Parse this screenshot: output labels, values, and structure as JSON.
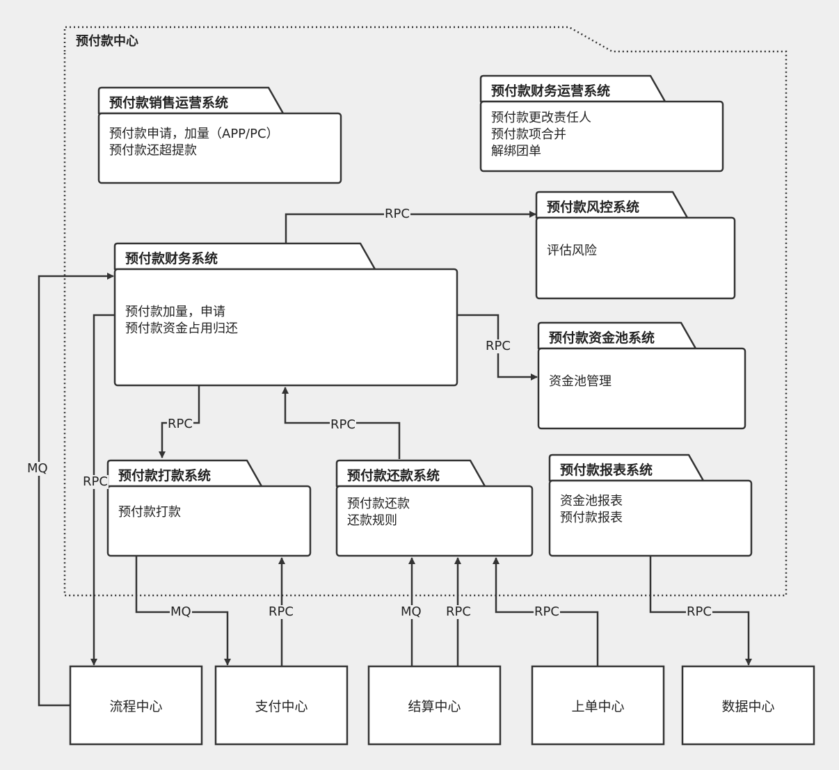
{
  "frame": {
    "title": "预付款中心"
  },
  "packages": [
    {
      "id": "sales",
      "title": "预付款销售运营系统",
      "lines": [
        "预付款申请，加量（APP/PC）",
        "预付款还超提款"
      ]
    },
    {
      "id": "finops",
      "title": "预付款财务运营系统",
      "lines": [
        "预付款更改责任人",
        "预付款项合并",
        "解绑团单"
      ]
    },
    {
      "id": "risk",
      "title": "预付款风控系统",
      "lines": [
        "评估风险"
      ]
    },
    {
      "id": "finance",
      "title": "预付款财务系统",
      "lines": [
        "预付款加量，申请",
        "预付款资金占用归还"
      ]
    },
    {
      "id": "pool",
      "title": "预付款资金池系统",
      "lines": [
        "资金池管理"
      ]
    },
    {
      "id": "payout",
      "title": "预付款打款系统",
      "lines": [
        "预付款打款"
      ]
    },
    {
      "id": "repay",
      "title": "预付款还款系统",
      "lines": [
        "预付款还款",
        "还款规则"
      ]
    },
    {
      "id": "report",
      "title": "预付款报表系统",
      "lines": [
        "资金池报表",
        "预付款报表"
      ]
    }
  ],
  "externals": [
    {
      "id": "flow",
      "label": "流程中心"
    },
    {
      "id": "pay",
      "label": "支付中心"
    },
    {
      "id": "settle",
      "label": "结算中心"
    },
    {
      "id": "order",
      "label": "上单中心"
    },
    {
      "id": "data",
      "label": "数据中心"
    }
  ],
  "edges": [
    {
      "id": "finance-risk",
      "label": "RPC"
    },
    {
      "id": "finance-pool",
      "label": "RPC"
    },
    {
      "id": "finance-payout",
      "label": "RPC"
    },
    {
      "id": "repay-finance",
      "label": "RPC"
    },
    {
      "id": "flow-finance",
      "label": "MQ"
    },
    {
      "id": "finance-flow",
      "label": "RPC"
    },
    {
      "id": "payout-pay",
      "label": "MQ"
    },
    {
      "id": "pay-payout",
      "label": "RPC"
    },
    {
      "id": "settle-repay-mq",
      "label": "MQ"
    },
    {
      "id": "settle-repay-rpc",
      "label": "RPC"
    },
    {
      "id": "order-repay",
      "label": "RPC"
    },
    {
      "id": "report-data",
      "label": "RPC"
    }
  ]
}
